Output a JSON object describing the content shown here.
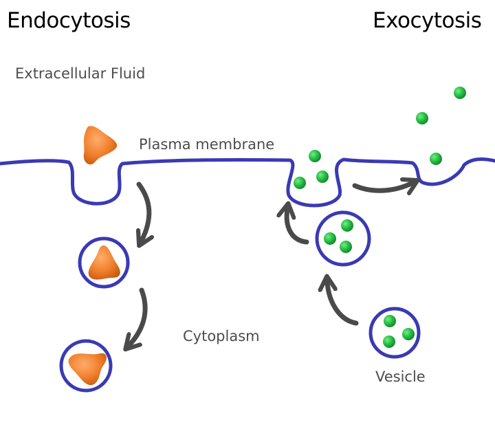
{
  "titles": {
    "left": "Endocytosis",
    "right": "Exocytosis"
  },
  "labels": {
    "extracellular": "Extracellular Fluid",
    "membrane": "Plasma membrane",
    "cytoplasm": "Cytoplasm",
    "vesicle": "Vesicle"
  },
  "colors": {
    "membrane": "#3a3ab4",
    "cargo_orange": "#f07f2c",
    "particle_green": "#25c245",
    "arrow": "#4a4a4a",
    "background": "#ffffff"
  }
}
